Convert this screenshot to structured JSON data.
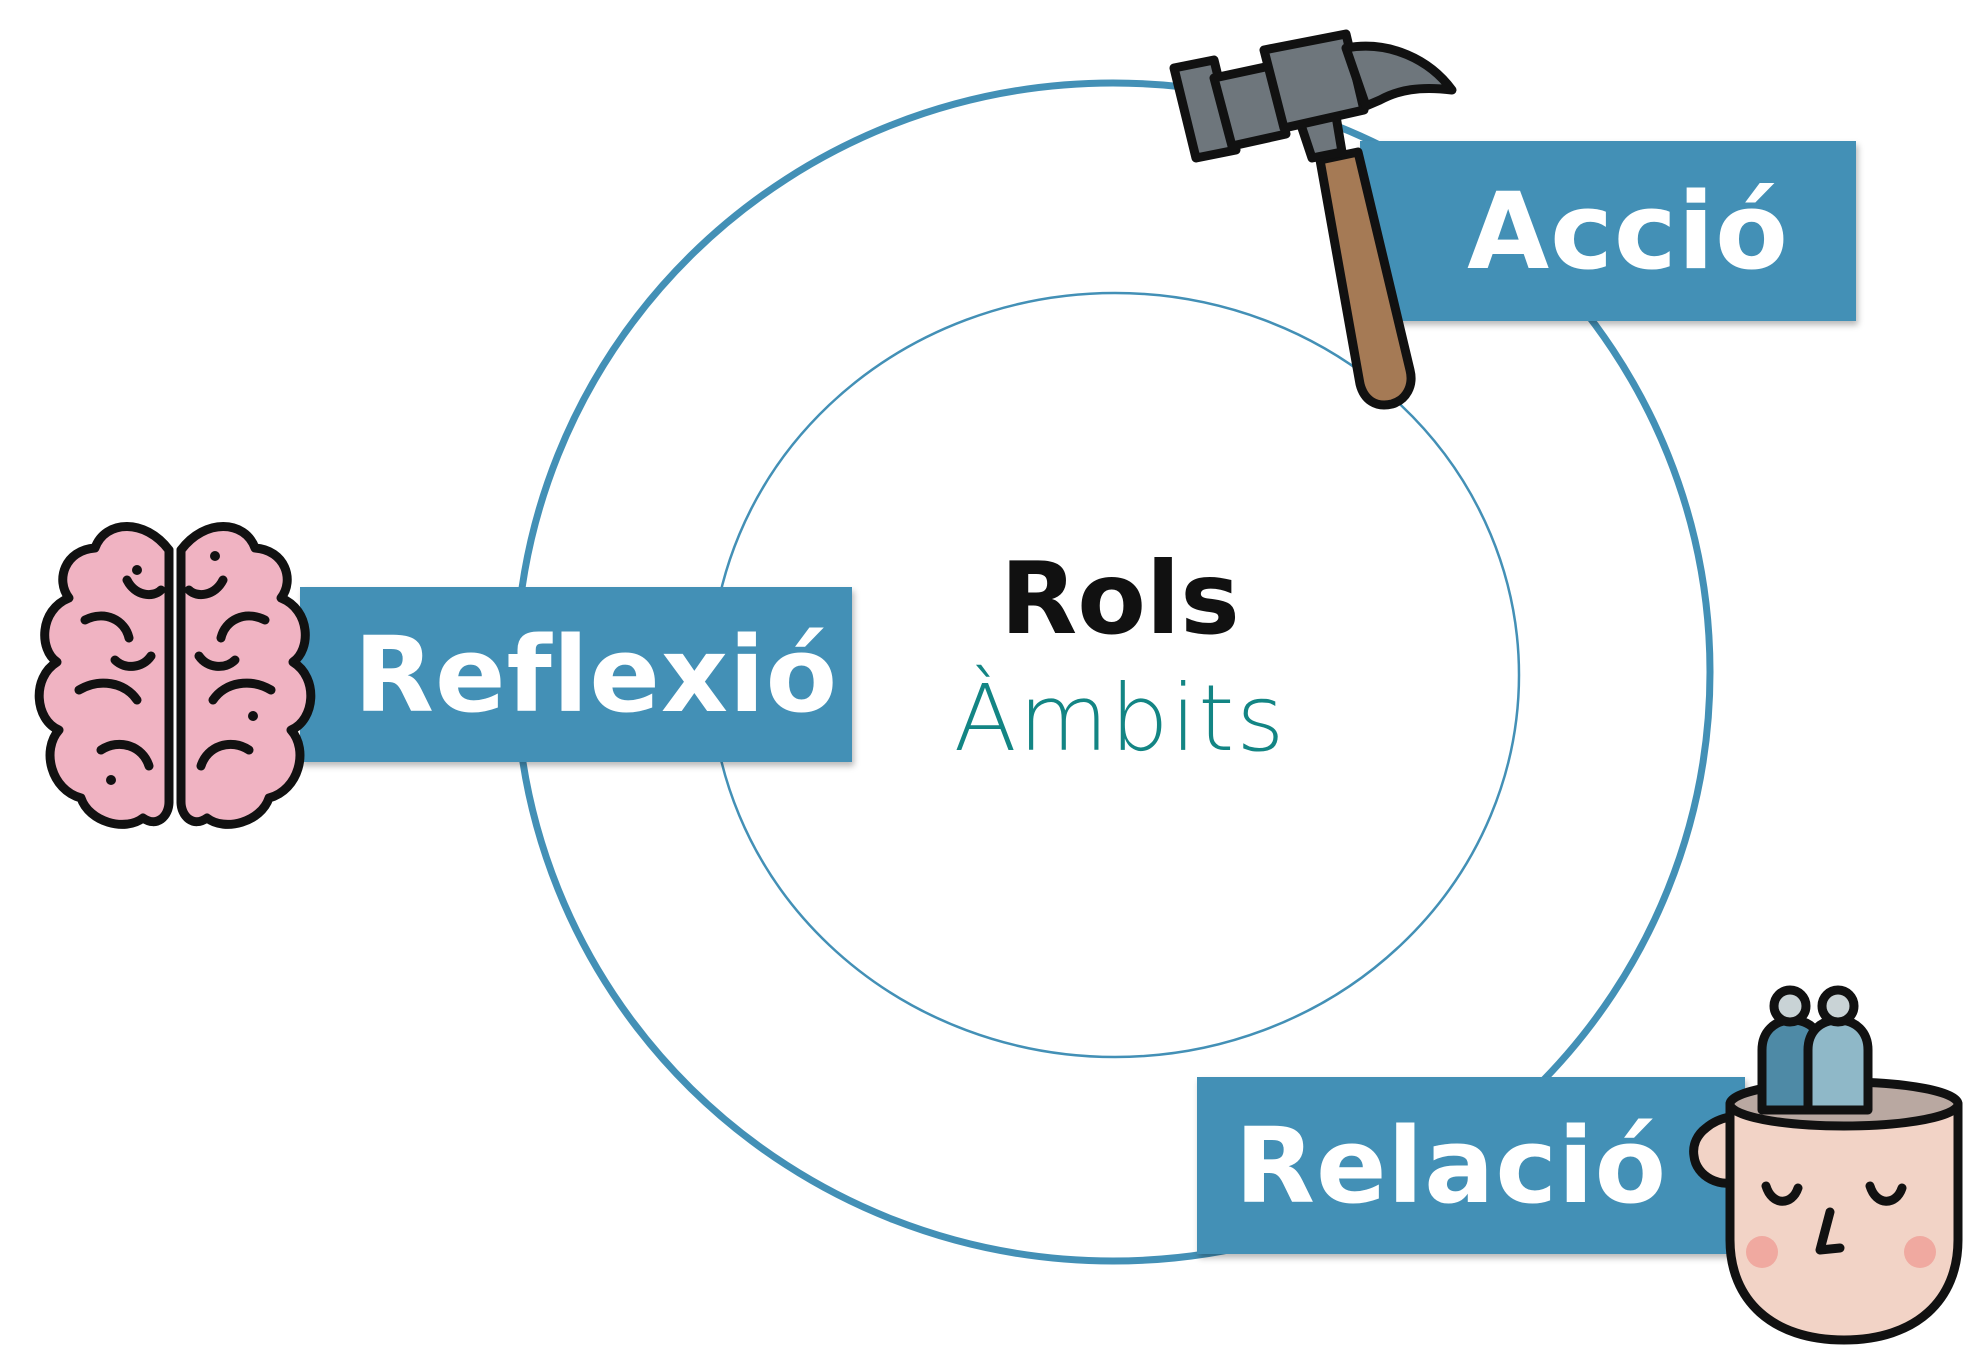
{
  "center": {
    "title": "Rols",
    "subtitle": "Àmbits"
  },
  "labels": {
    "reflexio": "Reflexió",
    "accio": "Acció",
    "relacio": "Relació"
  },
  "colors": {
    "ring": "#4390b6",
    "label_background": "#4390b6",
    "label_text": "#ffffff",
    "title": "#111111",
    "subtitle": "#138584"
  },
  "icons": {
    "reflexio": "brain-icon",
    "accio": "hammer-icon",
    "relacio": "head-people-icon"
  }
}
